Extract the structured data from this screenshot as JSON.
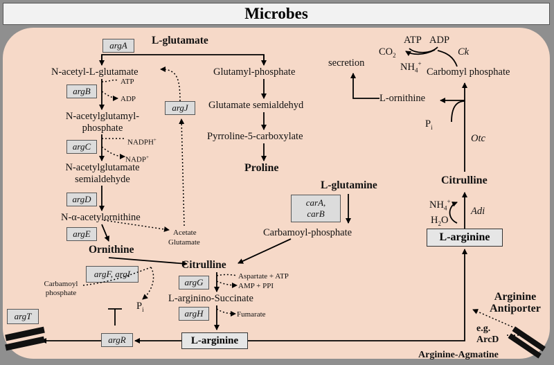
{
  "title": "Microbes",
  "colors": {
    "background": "#8f8f8f",
    "cytoplasm": "#f6d9c8",
    "enzyme_box": "#dcdcdc",
    "text": "#111111"
  },
  "left_pathway": {
    "l_glutamate": "L-glutamate",
    "n_acetyl_glutamate": "N-acetyl-L-glutamate",
    "acetylglutamyl_phosphate": [
      "N-acetylglutamyl-",
      "phosphate"
    ],
    "acetylglutamate_semialdehyde": [
      "N-acetylglutamate",
      "semialdehyde"
    ],
    "acetylornithine": "N-α-acetylornithine",
    "ornithine": "Ornithine",
    "atp": "ATP",
    "adp": "ADP",
    "nadph": "NADPH",
    "nadph_sup": "+",
    "nadp": "NADP",
    "nadp_sup": "+",
    "acetate": "Acetate",
    "glutamate": "Glutamate",
    "carbamoyl_phosphate_small": [
      "Carbamoyl",
      "phosphate"
    ],
    "pi": "P",
    "pi_sub": "i"
  },
  "proline_pathway": {
    "glutamyl_phosphate": "Glutamyl-phosphate",
    "glutamate_semialdehyd": "Glutamate semialdehyd",
    "pyrroline": "Pyrroline-5-carboxylate",
    "proline": "Proline"
  },
  "center": {
    "l_glutamine": "L-glutamine",
    "carbamoyl_phosphate": "Carbamoyl-phosphate",
    "citrulline": "Citrulline",
    "aspartate_atp": "Aspartate + ATP",
    "amp_ppi": "AMP + PPI",
    "argininosuccinate": "L-arginino-Succinate",
    "fumarate": "Fumarate",
    "l_arginine": "L-arginine"
  },
  "right_pathway": {
    "atp": "ATP",
    "adp": "ADP",
    "co2": "CO",
    "co2_sub": "2",
    "nh4": "NH",
    "nh4_sub": "4",
    "nh4_sup": "+",
    "carbomyl_phosphate": "Carbomyl phosphate",
    "secretion": "secretion",
    "l_ornithine": "L-ornithine",
    "pi": "P",
    "pi_sub": "i",
    "citrulline": "Citrulline",
    "h2o": "H",
    "h2o_sub": "2",
    "h2o_o": "O",
    "l_arginine": "L-arginine"
  },
  "enzymes": {
    "argA": "argA",
    "argB": "argB",
    "argC": "argC",
    "argD": "argD",
    "argE": "argE",
    "argJ": "argJ",
    "argF_argI": "argF, argI",
    "argG": "argG",
    "argH": "argH",
    "argR": "argR",
    "argT": "argT",
    "carA": "carA,",
    "carB": "carB",
    "ck": "Ck",
    "otc": "Otc",
    "adi": "Adi"
  },
  "transport": {
    "antiporter": [
      "Arginine",
      "Antiporter"
    ],
    "eg": "e.g.",
    "arcd": "ArcD",
    "arginine_agmatine": "Arginine-Agmatine"
  }
}
